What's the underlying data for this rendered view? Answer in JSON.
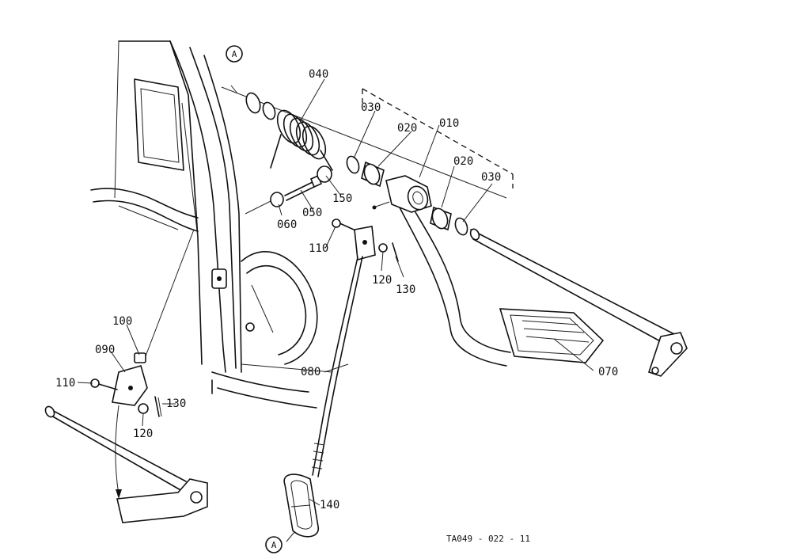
{
  "diagram": {
    "figure_code": "TA049 - 022 - 11",
    "ref_marker": "A",
    "part_labels": {
      "p010": "010",
      "p020a": "020",
      "p020b": "020",
      "p030a": "030",
      "p030b": "030",
      "p040": "040",
      "p050": "050",
      "p060": "060",
      "p070": "070",
      "p080": "080",
      "p090": "090",
      "p100": "100",
      "p110a": "110",
      "p110b": "110",
      "p120a": "120",
      "p120b": "120",
      "p130a": "130",
      "p130b": "130",
      "p140": "140",
      "p150": "150"
    }
  }
}
